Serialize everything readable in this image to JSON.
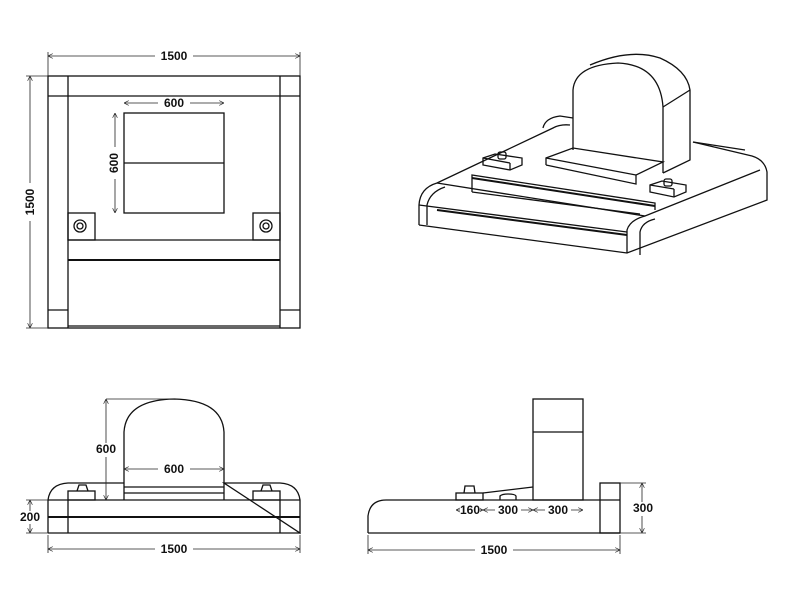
{
  "top_view": {
    "width": "1500",
    "depth": "1500",
    "stone_width": "600",
    "stone_depth": "600"
  },
  "front_view": {
    "stone_height": "600",
    "stone_width": "600",
    "base_height": "200",
    "width": "1500"
  },
  "side_view": {
    "seg_1": "160",
    "seg_2": "300",
    "seg_3": "300",
    "height": "300",
    "length": "1500"
  },
  "colors": {
    "line": "#111111",
    "background": "#ffffff"
  }
}
